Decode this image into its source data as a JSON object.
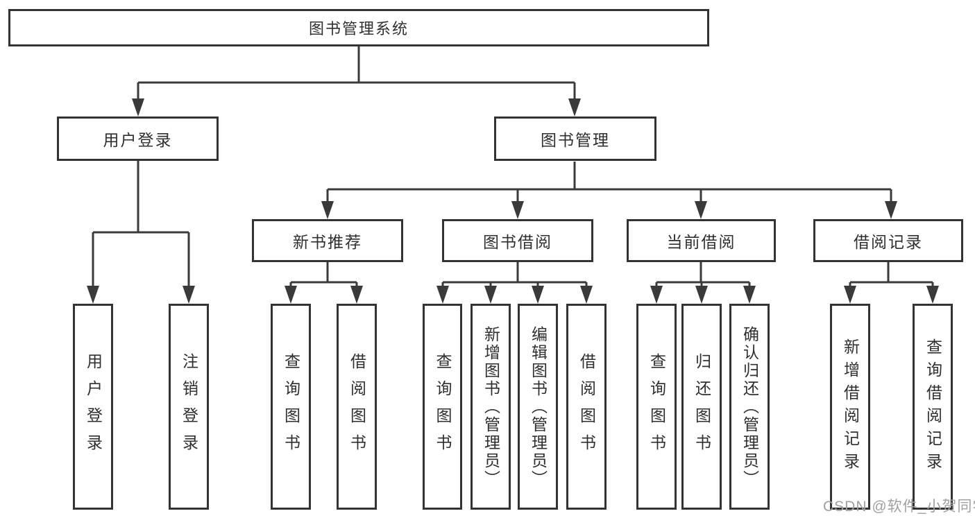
{
  "nodes": {
    "root": {
      "label": "图书管理系统"
    },
    "level2": [
      {
        "label": "用户登录"
      },
      {
        "label": "图书管理"
      }
    ],
    "level3": [
      {
        "label": "新书推荐",
        "parent": "图书管理"
      },
      {
        "label": "图书借阅",
        "parent": "图书管理"
      },
      {
        "label": "当前借阅",
        "parent": "图书管理"
      },
      {
        "label": "借阅记录",
        "parent": "图书管理"
      }
    ],
    "leaves": [
      {
        "label": "用户登录",
        "parent": "用户登录"
      },
      {
        "label": "注销登录",
        "parent": "用户登录"
      },
      {
        "label": "查询图书",
        "parent": "新书推荐"
      },
      {
        "label": "借阅图书",
        "parent": "新书推荐"
      },
      {
        "label": "查询图书",
        "parent": "图书借阅"
      },
      {
        "label": "新增图书（管理员）",
        "parent": "图书借阅"
      },
      {
        "label": "编辑图书（管理员）",
        "parent": "图书借阅"
      },
      {
        "label": "借阅图书",
        "parent": "图书借阅"
      },
      {
        "label": "查询图书",
        "parent": "当前借阅"
      },
      {
        "label": "归还图书",
        "parent": "当前借阅"
      },
      {
        "label": "确认归还（管理员）",
        "parent": "当前借阅"
      },
      {
        "label": "新增借阅记录",
        "parent": "借阅记录"
      },
      {
        "label": "查询借阅记录",
        "parent": "借阅记录"
      }
    ]
  },
  "watermark": {
    "text": "CSDN @软件_小贺同学"
  },
  "colors": {
    "line": "#3a3a3a",
    "box_border": "#333333",
    "box_fill": "#ffffff",
    "text": "#2f2f2f",
    "watermark": "#a0a0a0"
  }
}
